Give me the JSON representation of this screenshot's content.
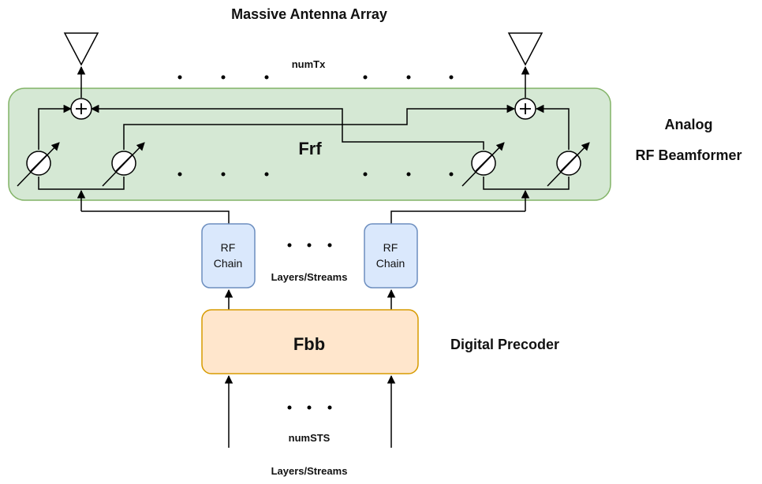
{
  "title": "Massive Antenna Array",
  "num_tx_label": "numTx",
  "analog": {
    "block_label": "Frf",
    "side_label_line1": "Analog",
    "side_label_line2": "RF Beamformer",
    "fill": "#d5e8d4",
    "stroke": "#82b366"
  },
  "rf_chain": {
    "label_line1": "RF",
    "label_line2": "Chain",
    "fill": "#dae8fc",
    "stroke": "#6c8ebf"
  },
  "layers_streams_mid": "Layers/Streams",
  "digital": {
    "block_label": "Fbb",
    "side_label": "Digital Precoder",
    "fill": "#ffe6cc",
    "stroke": "#d79b00"
  },
  "num_sts_label": "numSTS",
  "layers_streams_bottom": "Layers/Streams",
  "icons": {
    "antenna": "antenna-icon",
    "combiner": "adder-icon",
    "phase_shifter": "phase-shifter-icon"
  }
}
